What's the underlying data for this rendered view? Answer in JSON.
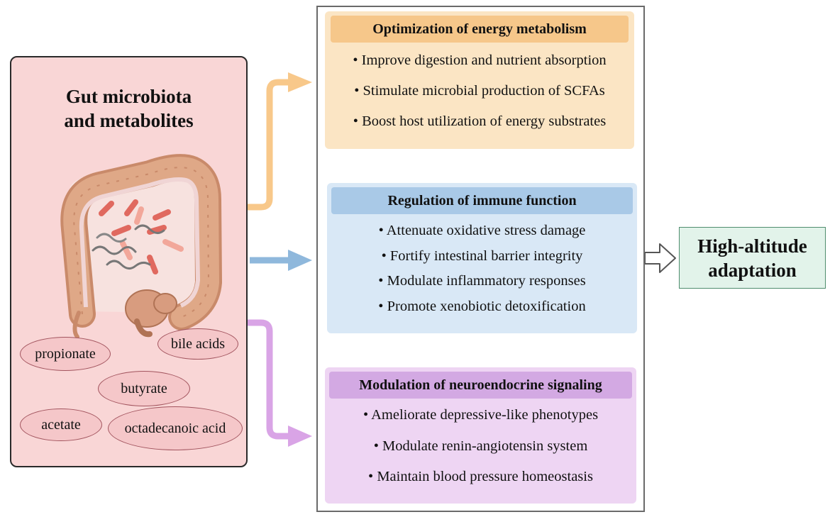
{
  "left_panel": {
    "title_line1": "Gut microbiota",
    "title_line2": "and metabolites",
    "metabolites": {
      "propionate": "propionate",
      "bile_acids": "bile acids",
      "butyrate": "butyrate",
      "acetate": "acetate",
      "octadecanoic_acid": "octadecanoic acid"
    }
  },
  "boxes": {
    "energy": {
      "title": "Optimization of energy metabolism",
      "items": [
        "• Improve digestion and nutrient absorption",
        "• Stimulate microbial production of SCFAs",
        "• Boost host utilization of energy substrates"
      ]
    },
    "immune": {
      "title": "Regulation of immune function",
      "items": [
        "• Attenuate oxidative stress damage",
        "• Fortify intestinal barrier integrity",
        "• Modulate inflammatory responses",
        "• Promote xenobiotic detoxification"
      ]
    },
    "neuro": {
      "title": "Modulation of neuroendocrine signaling",
      "items": [
        "• Ameliorate depressive-like phenotypes",
        "• Modulate renin-angiotensin system",
        "• Maintain blood pressure homeostasis"
      ]
    }
  },
  "result": {
    "line1": "High-altitude",
    "line2": "adaptation"
  },
  "colors": {
    "energy_arrow": "#f8c88a",
    "immune_arrow": "#8fb8dc",
    "neuro_arrow": "#d9a4e6",
    "output_arrow": "#555555"
  }
}
